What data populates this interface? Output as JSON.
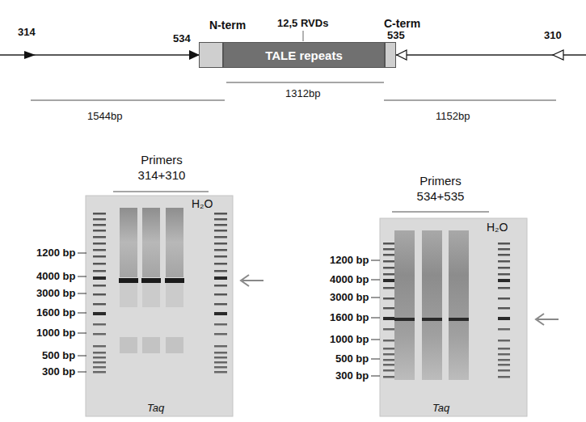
{
  "diagram": {
    "nodes": [
      {
        "text": [
          "N-term"
        ]
      },
      {
        "text": [
          "TALE repeats"
        ]
      },
      {
        "text": [
          "C-term"
        ]
      },
      {
        "text": [
          "H₂O",
          "Taq"
        ]
      },
      {
        "text": [
          "H₂O",
          "Taq"
        ]
      }
    ],
    "labels": [
      "314",
      "534",
      "12,5 RVDs",
      "535",
      "310",
      "1544bp",
      "1312bp",
      "1152bp",
      "Primers 314+310",
      "1200 bp",
      "4000 bp",
      "3000 bp",
      "1600 bp",
      "1000 bp",
      "500 bp",
      "300 bp",
      "Primers 534+535",
      "1200 bp",
      "4000 bp",
      "3000 bp",
      "1600 bp",
      "1000 bp",
      "500 bp",
      "300 bp"
    ]
  }
}
